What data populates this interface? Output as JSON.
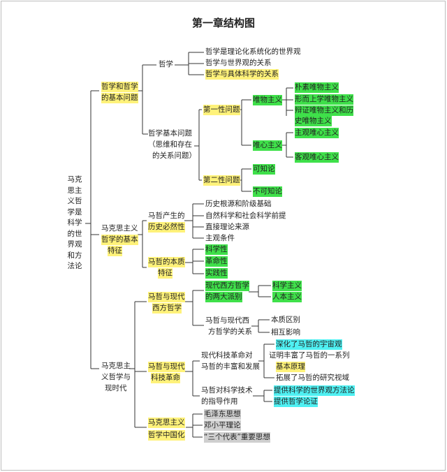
{
  "title": "第一章结构图",
  "root": "马克思主义哲学是科学的世界观和方法论",
  "branches": {
    "b1": {
      "label_line1": "哲学和哲学",
      "label_line2": "的基本问题",
      "zhexue": {
        "label": "哲学",
        "items": [
          "哲学是理论化系统化的世界观",
          "哲学与世界观的关系",
          "哲学与具体科学的关系"
        ]
      },
      "basic": {
        "label_line1": "哲学基本问题",
        "label_line2": "（思维和存在",
        "label_line3": "的关系问题）",
        "first": {
          "label": "第一性问题",
          "wuzhi": {
            "label": "唯物主义",
            "items": [
              "朴素唯物主义",
              "形而上学唯物主义",
              "辩证唯物主义和历",
              "史唯物主义"
            ]
          },
          "weixin": {
            "label": "唯心主义",
            "items": [
              "主观唯心主义",
              "客观唯心主义"
            ]
          }
        },
        "second": {
          "label": "第二性问题",
          "items": [
            "可知论",
            "不可知论"
          ]
        }
      }
    },
    "b2": {
      "label_line1": "马克思主义",
      "label_line2": "哲学的基本",
      "label_line3": "特征",
      "birth": {
        "label_line1": "马哲产生的",
        "label_line2": "历史必然性",
        "items": [
          "历史根源和阶级基础",
          "自然科学和社会科学前提",
          "直接理论来源",
          "主观条件"
        ]
      },
      "essence": {
        "label_line1": "马哲的本质",
        "label_line2": "特征",
        "items": [
          "科学性",
          "革命性",
          "实践性"
        ]
      }
    },
    "b3": {
      "label_line1": "马克思主",
      "label_line2": "义哲学与",
      "label_line3": "现时代",
      "west": {
        "label_line1": "马哲与现代",
        "label_line2": "西方哲学",
        "modern": {
          "label_line1": "现代西方哲学",
          "label_line2": "的两大派别",
          "items": [
            "科学主义",
            "人本主义"
          ]
        },
        "relation": {
          "label_line1": "马哲与现代西",
          "label_line2": "方哲学的关系",
          "items": [
            "本质区别",
            "相互影响"
          ]
        }
      },
      "tech": {
        "label_line1": "马哲与现代",
        "label_line2": "科技革命",
        "enrich": {
          "label_line1": "现代科技革命对",
          "label_line2": "马哲的丰富和发展",
          "items": [
            "深化了马哲的宇宙观",
            "证明丰富了马哲的一系列",
            "基本原理",
            "拓展了马哲的研究视域"
          ]
        },
        "guide": {
          "label_line1": "马哲对科学技术",
          "label_line2": "的指导作用",
          "items": [
            "提供科学的世界观方法论",
            "提供哲学论证"
          ]
        }
      },
      "china": {
        "label_line1": "马克思主义",
        "label_line2": "哲学中国化",
        "items": [
          "毛泽东思想",
          "邓小平理论",
          "“三个代表”重要思想"
        ]
      }
    }
  }
}
